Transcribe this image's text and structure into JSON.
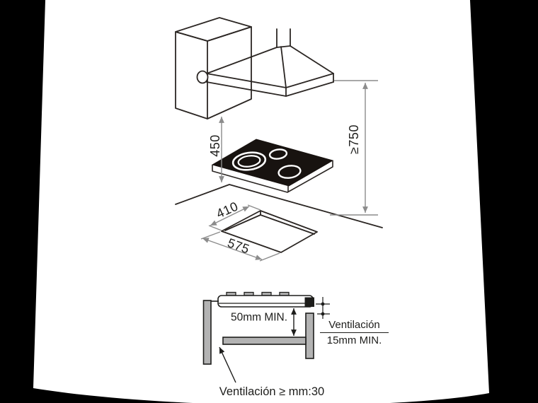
{
  "colors": {
    "background": "#000000",
    "paper": "#ffffff",
    "ink": "#2b2623",
    "dimension_line": "#8c8c8c",
    "panel_gray": "#b3b3b3",
    "hob_glass": "#181310"
  },
  "top_diagram": {
    "dim_cabinet_to_hob": "450",
    "dim_hood_min_height": "≥750",
    "dim_cutout_depth": "410",
    "dim_cutout_width": "575"
  },
  "section_diagram": {
    "dim_min_clearance": "50mm MIN.",
    "ventilation_label": "Ventilación",
    "ventilation_min": "15mm MIN.",
    "ventilation_bottom_note": "Ventilación ≥ mm:30"
  }
}
